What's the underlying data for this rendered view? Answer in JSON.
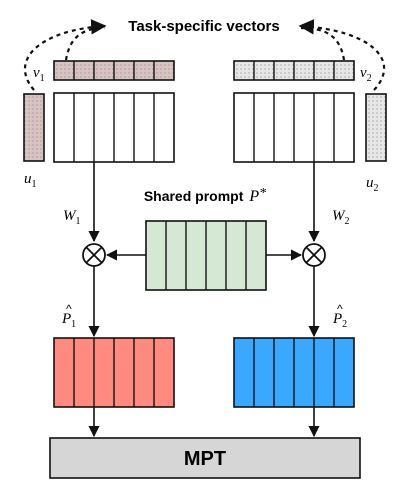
{
  "labels": {
    "task_vectors": "Task-specific vectors",
    "shared_prompt": "Shared prompt",
    "shared_prompt_symbol": "P*",
    "v1": "v1",
    "v2": "v2",
    "u1": "u1",
    "u2": "u2",
    "w1": "W1",
    "w2": "W2",
    "p1": "P̂1",
    "p2": "P̂2",
    "mpt": "MPT"
  },
  "colors": {
    "task_vector_fill_left": "#d8c3c3",
    "task_vector_fill_right": "#e3e3e3",
    "shared_prompt_fill": "#d5e8d4",
    "p1_fill": "#ff8b80",
    "p2_fill": "#3aa8ff",
    "mpt_fill": "#d6d6d6"
  }
}
